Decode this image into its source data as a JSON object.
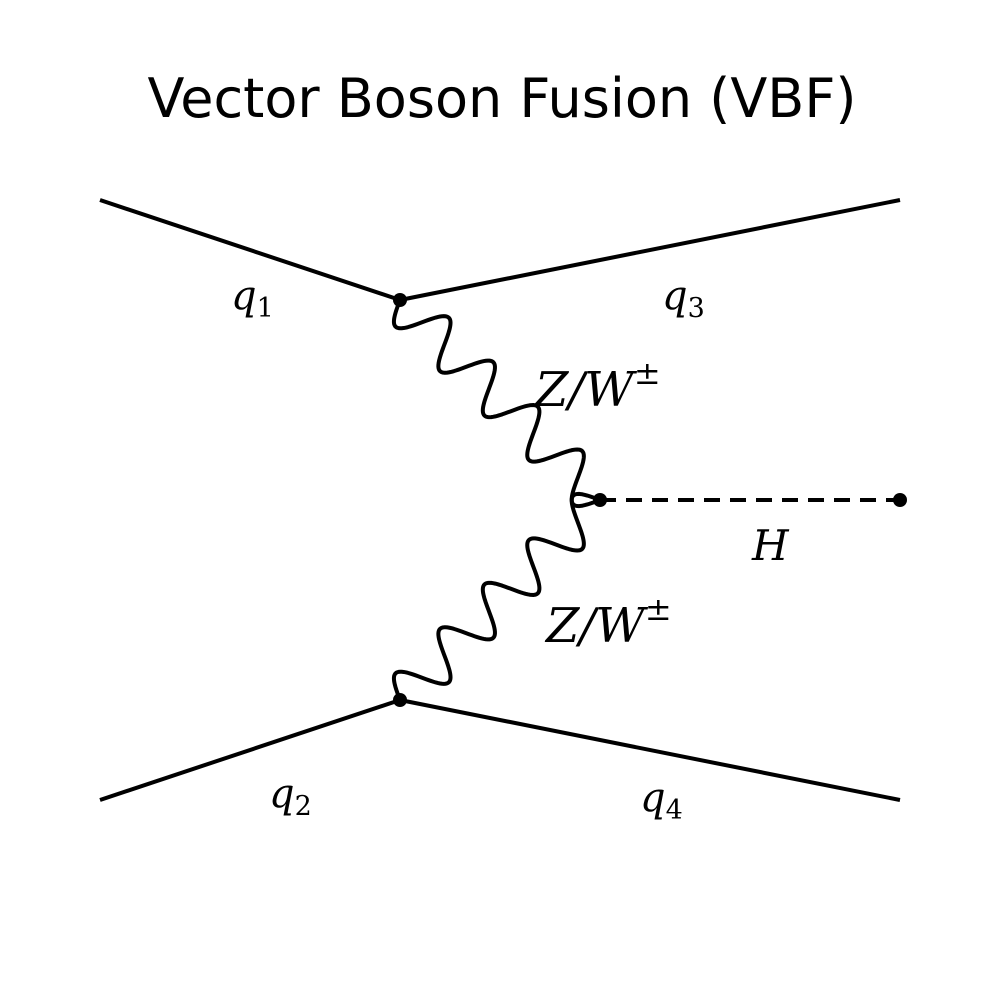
{
  "title": "Vector Boson Fusion (VBF)",
  "labels": {
    "q1": {
      "base": "q",
      "sub": "1"
    },
    "q2": {
      "base": "q",
      "sub": "2"
    },
    "q3": {
      "base": "q",
      "sub": "3"
    },
    "q4": {
      "base": "q",
      "sub": "4"
    },
    "boson_upper": {
      "base": "Z/W",
      "sup": "±"
    },
    "boson_lower": {
      "base": "Z/W",
      "sup": "±"
    },
    "higgs": "H"
  },
  "colors": {
    "ink": "#000000",
    "background": "#ffffff"
  }
}
